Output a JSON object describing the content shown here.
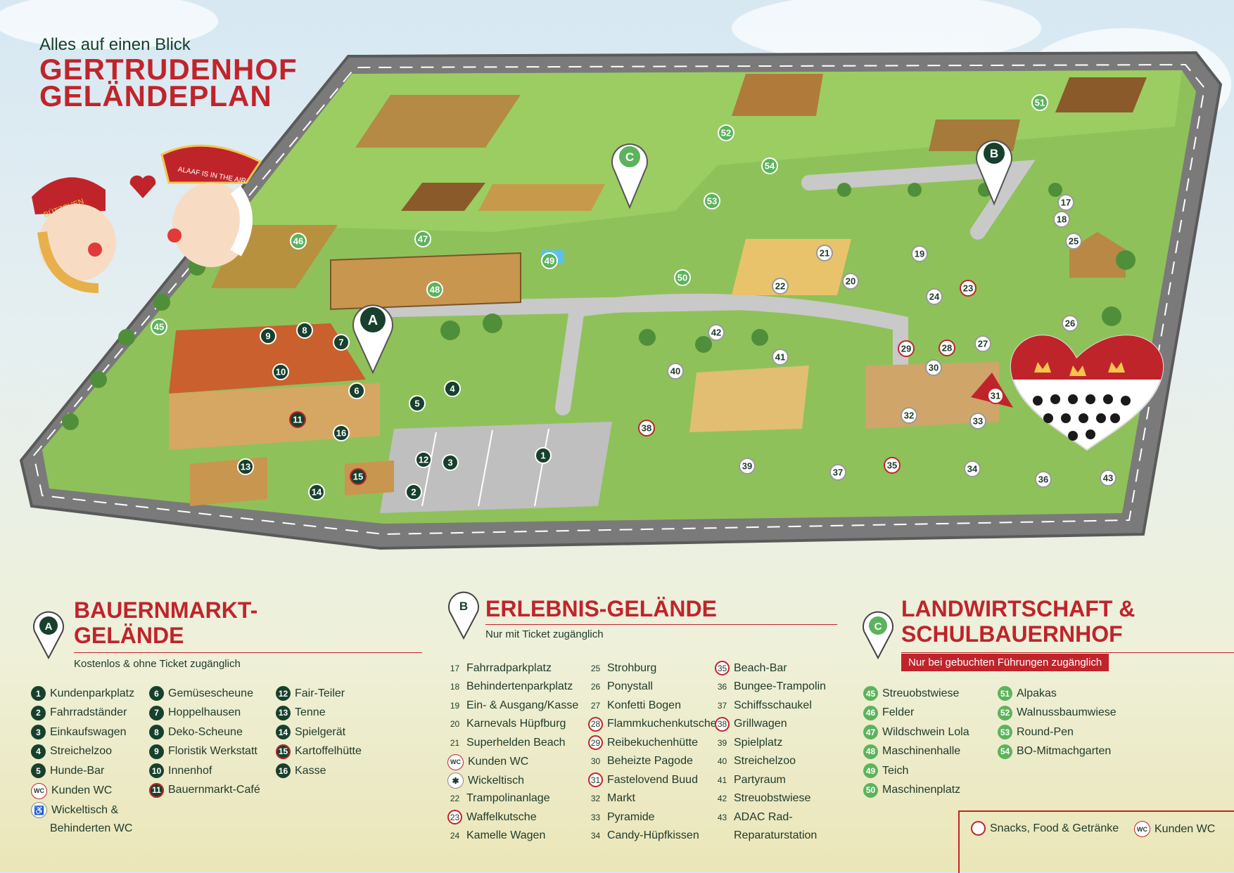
{
  "header": {
    "subtitle": "Alles auf einen Blick",
    "title_line1": "GERTRUDENHOF",
    "title_line2": "GELÄNDEPLAN"
  },
  "map": {
    "zone_markers": [
      "A",
      "B",
      "C"
    ],
    "costume_labels": [
      "BÜTZCHEN",
      "ALAAF IS IN THE AIR"
    ],
    "colors": {
      "field_green": "#8fc15a",
      "road": "#6e6e6e",
      "accent_red": "#c0242b",
      "dark_green": "#17402d"
    },
    "pins": [
      "1",
      "2",
      "3",
      "4",
      "5",
      "6",
      "7",
      "8",
      "9",
      "10",
      "11",
      "12",
      "13",
      "14",
      "15",
      "16",
      "17",
      "18",
      "19",
      "20",
      "21",
      "22",
      "23",
      "24",
      "25",
      "26",
      "27",
      "28",
      "29",
      "30",
      "31",
      "32",
      "33",
      "34",
      "35",
      "36",
      "37",
      "38",
      "39",
      "40",
      "41",
      "42",
      "43",
      "45",
      "46",
      "47",
      "48",
      "49",
      "50",
      "51",
      "52",
      "53",
      "54"
    ]
  },
  "sections": {
    "a": {
      "marker": "A",
      "title_line1": "BAUERNMARKT-",
      "title_line2": "GELÄNDE",
      "subtitle": "Kostenlos & ohne Ticket zugänglich"
    },
    "b": {
      "marker": "B",
      "title": "ERLEBNIS-GELÄNDE",
      "subtitle": "Nur mit Ticket zugänglich"
    },
    "c": {
      "marker": "C",
      "title_line1": "LANDWIRTSCHAFT &",
      "title_line2": "SCHULBAUERNHOF",
      "subtitle": "Nur bei gebuchten Führungen zugänglich"
    }
  },
  "list_a": [
    {
      "badge": "1",
      "label": "Kundenparkplatz",
      "style": "dg"
    },
    {
      "badge": "2",
      "label": "Fahrradständer",
      "style": "dg"
    },
    {
      "badge": "3",
      "label": "Einkaufswagen",
      "style": "dg"
    },
    {
      "badge": "4",
      "label": "Streichelzoo",
      "style": "dg"
    },
    {
      "badge": "5",
      "label": "Hunde-Bar",
      "style": "dg"
    },
    {
      "badge": "WC",
      "label": "Kunden WC",
      "style": "wc"
    },
    {
      "badge": "♿",
      "label": "Wickeltisch &",
      "style": "ic"
    },
    {
      "badge": "",
      "label": "Behinderten WC",
      "style": "none"
    },
    {
      "badge": "6",
      "label": "Gemüsescheune",
      "style": "dg"
    },
    {
      "badge": "7",
      "label": "Hoppelhausen",
      "style": "dg"
    },
    {
      "badge": "8",
      "label": "Deko-Scheune",
      "style": "dg"
    },
    {
      "badge": "9",
      "label": "Floristik Werkstatt",
      "style": "dg"
    },
    {
      "badge": "10",
      "label": "Innenhof",
      "style": "dg"
    },
    {
      "badge": "11",
      "label": "Bauernmarkt-Café",
      "style": "dr"
    },
    {
      "badge": "12",
      "label": "Fair-Teiler",
      "style": "dg"
    },
    {
      "badge": "13",
      "label": "Tenne",
      "style": "dg"
    },
    {
      "badge": "14",
      "label": "Spielgerät",
      "style": "dg"
    },
    {
      "badge": "15",
      "label": "Kartoffelhütte",
      "style": "dr"
    },
    {
      "badge": "16",
      "label": "Kasse",
      "style": "dg"
    }
  ],
  "list_b": [
    {
      "badge": "17",
      "label": "Fahrradparkplatz",
      "style": "pl"
    },
    {
      "badge": "18",
      "label": "Behindertenparkplatz",
      "style": "pl"
    },
    {
      "badge": "19",
      "label": "Ein- & Ausgang/Kasse",
      "style": "pl"
    },
    {
      "badge": "20",
      "label": "Karnevals Hüpfburg",
      "style": "pl"
    },
    {
      "badge": "21",
      "label": "Superhelden Beach",
      "style": "pl"
    },
    {
      "badge": "WC",
      "label": "Kunden WC",
      "style": "wc"
    },
    {
      "badge": "✱",
      "label": "Wickeltisch",
      "style": "ic"
    },
    {
      "badge": "22",
      "label": "Trampolinanlage",
      "style": "pl"
    },
    {
      "badge": "23",
      "label": "Waffelkutsche",
      "style": "rr"
    },
    {
      "badge": "24",
      "label": "Kamelle Wagen",
      "style": "pl"
    },
    {
      "badge": "25",
      "label": "Strohburg",
      "style": "pl"
    },
    {
      "badge": "26",
      "label": "Ponystall",
      "style": "pl"
    },
    {
      "badge": "27",
      "label": "Konfetti Bogen",
      "style": "pl"
    },
    {
      "badge": "28",
      "label": "Flammkuchenkutsche",
      "style": "rr"
    },
    {
      "badge": "29",
      "label": "Reibekuchenhütte",
      "style": "rr"
    },
    {
      "badge": "30",
      "label": "Beheizte Pagode",
      "style": "pl"
    },
    {
      "badge": "31",
      "label": "Fastelovend Buud",
      "style": "rr"
    },
    {
      "badge": "32",
      "label": "Markt",
      "style": "pl"
    },
    {
      "badge": "33",
      "label": "Pyramide",
      "style": "pl"
    },
    {
      "badge": "34",
      "label": "Candy-Hüpfkissen",
      "style": "pl"
    },
    {
      "badge": "35",
      "label": "Beach-Bar",
      "style": "rr"
    },
    {
      "badge": "36",
      "label": "Bungee-Trampolin",
      "style": "pl"
    },
    {
      "badge": "37",
      "label": "Schiffsschaukel",
      "style": "pl"
    },
    {
      "badge": "38",
      "label": "Grillwagen",
      "style": "rr"
    },
    {
      "badge": "39",
      "label": "Spielplatz",
      "style": "pl"
    },
    {
      "badge": "40",
      "label": "Streichelzoo",
      "style": "pl"
    },
    {
      "badge": "41",
      "label": "Partyraum",
      "style": "pl"
    },
    {
      "badge": "42",
      "label": "Streuobstwiese",
      "style": "pl"
    },
    {
      "badge": "43",
      "label": "ADAC Rad-",
      "style": "pl"
    },
    {
      "badge": "",
      "label": "Reparaturstation",
      "style": "none"
    }
  ],
  "list_c": [
    {
      "badge": "45",
      "label": "Streuobstwiese",
      "style": "lg"
    },
    {
      "badge": "46",
      "label": "Felder",
      "style": "lg"
    },
    {
      "badge": "47",
      "label": "Wildschwein Lola",
      "style": "lg"
    },
    {
      "badge": "48",
      "label": "Maschinenhalle",
      "style": "lg"
    },
    {
      "badge": "49",
      "label": "Teich",
      "style": "lg"
    },
    {
      "badge": "50",
      "label": "Maschinenplatz",
      "style": "lg"
    },
    {
      "badge": "51",
      "label": "Alpakas",
      "style": "lg"
    },
    {
      "badge": "52",
      "label": "Walnussbaumwiese",
      "style": "lg"
    },
    {
      "badge": "53",
      "label": "Round-Pen",
      "style": "lg"
    },
    {
      "badge": "54",
      "label": "BO-Mitmachgarten",
      "style": "lg"
    }
  ],
  "legend": [
    {
      "badge": "",
      "label": "Snacks, Food & Getränke",
      "style": "rr"
    },
    {
      "badge": "WC",
      "label": "Kunden WC",
      "style": "wc"
    },
    {
      "badge": "✱",
      "label": "Wickeltisch",
      "style": "ic"
    },
    {
      "badge": "♿",
      "label": "Behinderten WC",
      "style": "ic"
    }
  ]
}
